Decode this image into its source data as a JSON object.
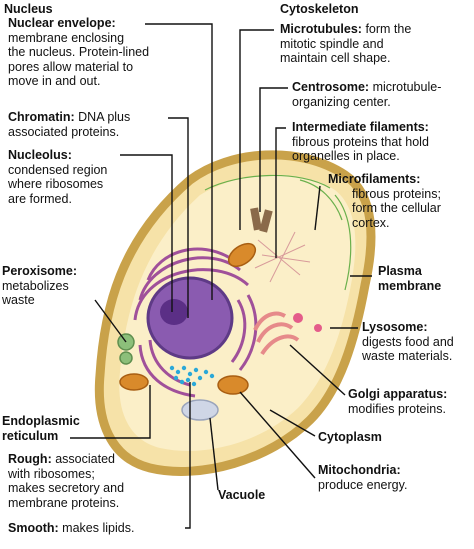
{
  "labels": {
    "nucleus": {
      "title": "Nucleus"
    },
    "nuclear_envelope": {
      "title": "Nuclear envelope:",
      "desc": [
        "membrane enclosing",
        "the nucleus. Protein-lined",
        "pores allow material to",
        "move in and out."
      ]
    },
    "chromatin": {
      "title": "Chromatin:",
      "desc_inline": "DNA plus",
      "desc": [
        "associated proteins."
      ]
    },
    "nucleolus": {
      "title": "Nucleolus:",
      "desc": [
        "condensed region",
        "where ribosomes",
        "are formed."
      ]
    },
    "peroxisome": {
      "title": "Peroxisome:",
      "desc": [
        "metabolizes",
        "waste"
      ]
    },
    "endoplasmic_reticulum": {
      "title_lines": [
        "Endoplasmic",
        "reticulum"
      ]
    },
    "rough_er": {
      "title": "Rough:",
      "desc_inline": "associated",
      "desc": [
        "with ribosomes;",
        "makes secretory and",
        "membrane proteins."
      ]
    },
    "smooth_er": {
      "title": "Smooth:",
      "desc_inline": "makes lipids."
    },
    "cytoskeleton": {
      "title": "Cytoskeleton"
    },
    "microtubules": {
      "title": "Microtubules:",
      "desc_inline": "form the",
      "desc": [
        "mitotic spindle and",
        "maintain cell shape."
      ]
    },
    "centrosome": {
      "title": "Centrosome:",
      "desc_inline": "microtubule-",
      "desc": [
        "organizing center."
      ]
    },
    "intermediate_filaments": {
      "title": "Intermediate filaments:",
      "desc": [
        "fibrous proteins that hold",
        "organelles in place."
      ]
    },
    "microfilaments": {
      "title": "Microfilaments:",
      "desc": [
        "fibrous proteins;",
        "form the cellular",
        "cortex."
      ]
    },
    "plasma_membrane": {
      "title_lines": [
        "Plasma",
        "membrane"
      ]
    },
    "lysosome": {
      "title": "Lysosome:",
      "desc": [
        "digests food and",
        "waste materials."
      ]
    },
    "golgi": {
      "title": "Golgi apparatus:",
      "desc": [
        "modifies proteins."
      ]
    },
    "cytoplasm": {
      "title": "Cytoplasm"
    },
    "mitochondria": {
      "title": "Mitochondria:",
      "desc": [
        "produce energy."
      ]
    },
    "vacuole": {
      "title": "Vacuole"
    }
  },
  "colors": {
    "cell_membrane": "#c9a24a",
    "cytoplasm": "#f6e2a8",
    "cytoplasm_inner": "#fbefc8",
    "nucleus": "#8a5bb0",
    "nucleolus": "#5b2f86",
    "er": "#a0509a",
    "mitochondria": "#d98a2b",
    "lysosome": "#e45c8a",
    "golgi": "#e68a8a",
    "peroxisome": "#8cbf7a",
    "ribosome": "#2aa8d8",
    "filament": "#6ab04c",
    "vacuole": "#cfd6e6",
    "leader": "#111111"
  }
}
